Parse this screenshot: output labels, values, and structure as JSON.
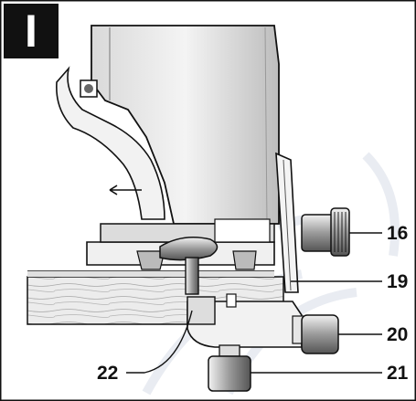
{
  "figure": {
    "badge": "I"
  },
  "callouts": [
    {
      "id": "c16",
      "text": "16"
    },
    {
      "id": "c19",
      "text": "19"
    },
    {
      "id": "c20",
      "text": "20"
    },
    {
      "id": "c21",
      "text": "21"
    },
    {
      "id": "c22",
      "text": "22"
    }
  ],
  "colors": {
    "ink": "#111111",
    "gray_light": "#e6e6e6",
    "gray_mid": "#bdbdbd",
    "gray_dark": "#7a7a7a",
    "watermark": "#e9ecf2"
  }
}
